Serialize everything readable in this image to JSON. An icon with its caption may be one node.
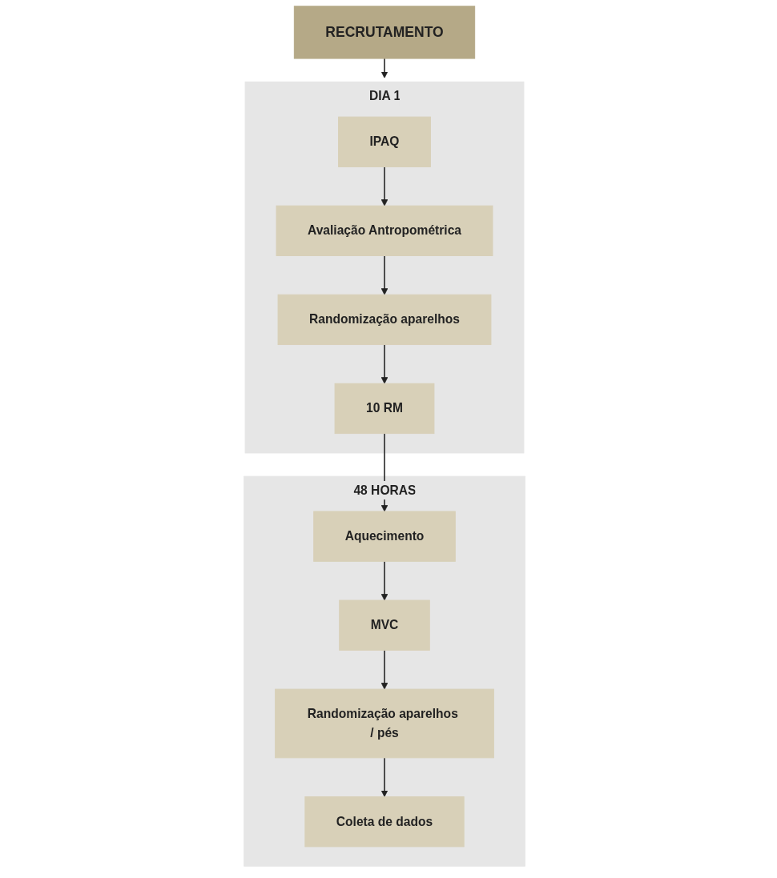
{
  "diagram": {
    "nodes": [
      {
        "text": [
          "RECRUTAMENTO"
        ]
      },
      {
        "text": [
          "DIA 1"
        ]
      },
      {
        "text": [
          "IPAQ"
        ],
        "in": 1
      },
      {
        "text": [
          "Avaliação Antropométrica"
        ],
        "in": 1
      },
      {
        "text": [
          "Randomização aparelhos"
        ],
        "in": 1
      },
      {
        "text": [
          "10 RM"
        ],
        "in": 1
      },
      {
        "text": [
          "48 HORAS"
        ]
      },
      {
        "text": [
          "Aquecimento"
        ],
        "in": 6
      },
      {
        "text": [
          "MVC"
        ],
        "in": 6
      },
      {
        "text": [
          "Randomização aparelhos / pés"
        ],
        "in": 6
      },
      {
        "text": [
          "Coleta de dados"
        ],
        "in": 6
      }
    ],
    "edges": [
      {
        "from": 0,
        "to": 1,
        "arrow": "to"
      },
      {
        "from": 2,
        "to": 3,
        "arrow": "to"
      },
      {
        "from": 3,
        "to": 4,
        "arrow": "to"
      },
      {
        "from": 4,
        "to": 5,
        "arrow": "to"
      },
      {
        "from": 5,
        "to": 7,
        "arrow": "to"
      },
      {
        "from": 7,
        "to": 8,
        "arrow": "to"
      },
      {
        "from": 8,
        "to": 9,
        "arrow": "to"
      },
      {
        "from": 9,
        "to": 10,
        "arrow": "to"
      }
    ]
  }
}
